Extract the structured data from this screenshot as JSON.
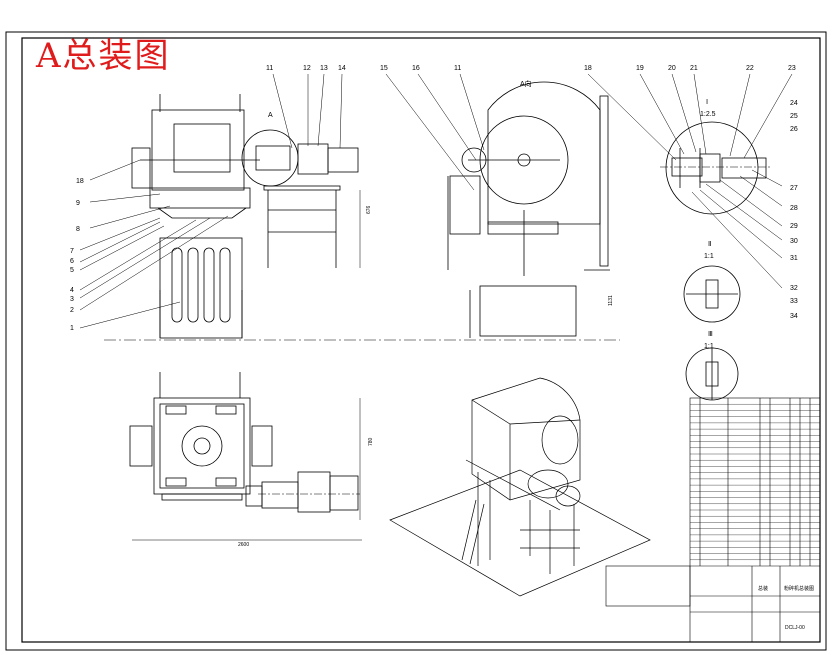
{
  "title": "A总装图",
  "views": {
    "side_label": "A",
    "detail_I": "Ⅰ",
    "detail_I_scale": "1:2.5",
    "detail_II": "Ⅱ",
    "detail_II_scale": "1:1",
    "detail_III": "Ⅲ",
    "detail_III_scale": "1:1",
    "view_A": "A向"
  },
  "balloons": {
    "left": [
      "18",
      "9",
      "8",
      "7",
      "6",
      "5",
      "4",
      "3",
      "2",
      "1"
    ],
    "top_front": [
      "11",
      "12",
      "13",
      "14"
    ],
    "top_side": [
      "15",
      "16",
      "11"
    ],
    "top_detail": [
      "18",
      "19",
      "20",
      "21",
      "22",
      "23"
    ],
    "right": [
      "24",
      "25",
      "26",
      "27",
      "28",
      "29",
      "30",
      "31",
      "32",
      "33",
      "34"
    ]
  },
  "dimensions": {
    "front_height": "676",
    "side_height": "1131",
    "plan_height": "780",
    "plan_width": "2600"
  },
  "title_block": {
    "drawing_no": "DCLJ-00",
    "assembly": "总装",
    "name": "粉碎机总装图"
  },
  "bom_rows": 27
}
